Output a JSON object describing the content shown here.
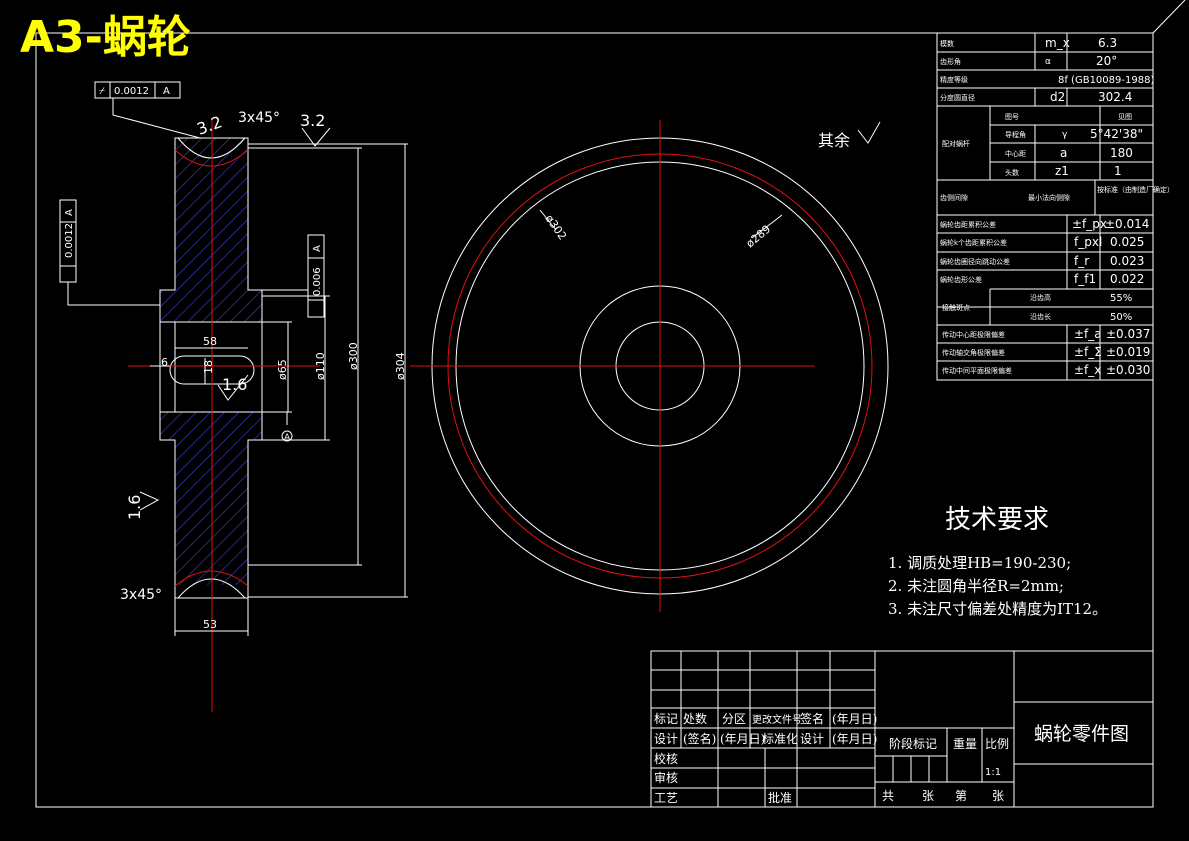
{
  "drawing_title": "A3-蜗轮",
  "roughness": {
    "rest": "其余",
    "r1": "3.2",
    "r2": "3.2",
    "r3": "1.6",
    "r4": "1.6"
  },
  "tolerances": {
    "t1_val": "0.0012",
    "t1_ref": "A",
    "t2_val": "0.0012",
    "t2_ref": "A",
    "t3_val": "0.006",
    "t3_ref": "A",
    "datum": "A"
  },
  "dims": {
    "chamfer_top": "3x45°",
    "chamfer_bot": "3x45°",
    "width": "53",
    "hub_len": "58",
    "keyway": "6",
    "key_h": "18",
    "d65": "ø65",
    "d110": "ø110",
    "d300": "ø300",
    "d304": "ø304",
    "d302": "ø302",
    "d289": "ø289"
  },
  "params": [
    {
      "label": "模数",
      "symbol": "m_x",
      "value": "6.3"
    },
    {
      "label": "齿形角",
      "symbol": "α",
      "value": "20°"
    },
    {
      "label": "精度等级",
      "symbol": "",
      "value": "8f (GB10089-1988)"
    },
    {
      "label": "分度圆直径",
      "symbol": "d2",
      "value": "302.4"
    }
  ],
  "mesh_group": "配对蜗杆",
  "mesh_rows": [
    {
      "label": "图号",
      "symbol": "",
      "value": "见图"
    },
    {
      "label": "导程角",
      "symbol": "γ",
      "value": "5°42'38\""
    },
    {
      "label": "中心距",
      "symbol": "a",
      "value": "180"
    },
    {
      "label": "头数",
      "symbol": "z1",
      "value": "1"
    }
  ],
  "contact_row": {
    "label": "齿侧间隙",
    "mid": "最小法向侧隙",
    "value": "按标准（由制造厂确定）"
  },
  "tol_rows": [
    {
      "label": "蜗轮齿距累积公差",
      "symbol": "±f_px",
      "value": "±0.014"
    },
    {
      "label": "蜗轮k个齿距累积公差",
      "symbol": "f_pxl",
      "value": "0.025"
    },
    {
      "label": "蜗轮齿圈径向跳动公差",
      "symbol": "f_r",
      "value": "0.023"
    },
    {
      "label": "蜗轮齿形公差",
      "symbol": "f_f1",
      "value": "0.022"
    }
  ],
  "contact_group": "接触斑点",
  "contact_items": [
    {
      "label": "沿齿高",
      "value": "55%"
    },
    {
      "label": "沿齿长",
      "value": "50%"
    }
  ],
  "tail_rows": [
    {
      "label": "传动中心距极限偏差",
      "symbol": "±f_a",
      "value": "±0.037"
    },
    {
      "label": "传动轴交角极限偏差",
      "symbol": "±f_Σ",
      "value": "±0.019"
    },
    {
      "label": "传动中间平面极限偏差",
      "symbol": "±f_x",
      "value": "±0.030"
    }
  ],
  "tech_req": {
    "heading": "技术要求",
    "items": [
      "1.  调质处理HB=190-230;",
      "2.  未注圆角半径R=2mm;",
      "3.  未注尺寸偏差处精度为IT12。"
    ]
  },
  "title_block": {
    "h_mark": "标记",
    "h_count": "处数",
    "h_zone": "分区",
    "h_doc": "更改文件号",
    "h_sign": "签名",
    "h_date": "(年月日)",
    "design": "设计",
    "sign2": "(签名)",
    "date2": "(年月日)",
    "std": "标准化",
    "design2": "设计",
    "date3": "(年月日)",
    "check": "校核",
    "review": "审核",
    "process": "工艺",
    "approve": "批准",
    "stage": "阶段标记",
    "weight": "重量",
    "scale_label": "比例",
    "scale": "1:1",
    "total": "共",
    "sheets": "张",
    "nth": "第",
    "sheet2": "张",
    "name": "蜗轮零件图"
  }
}
